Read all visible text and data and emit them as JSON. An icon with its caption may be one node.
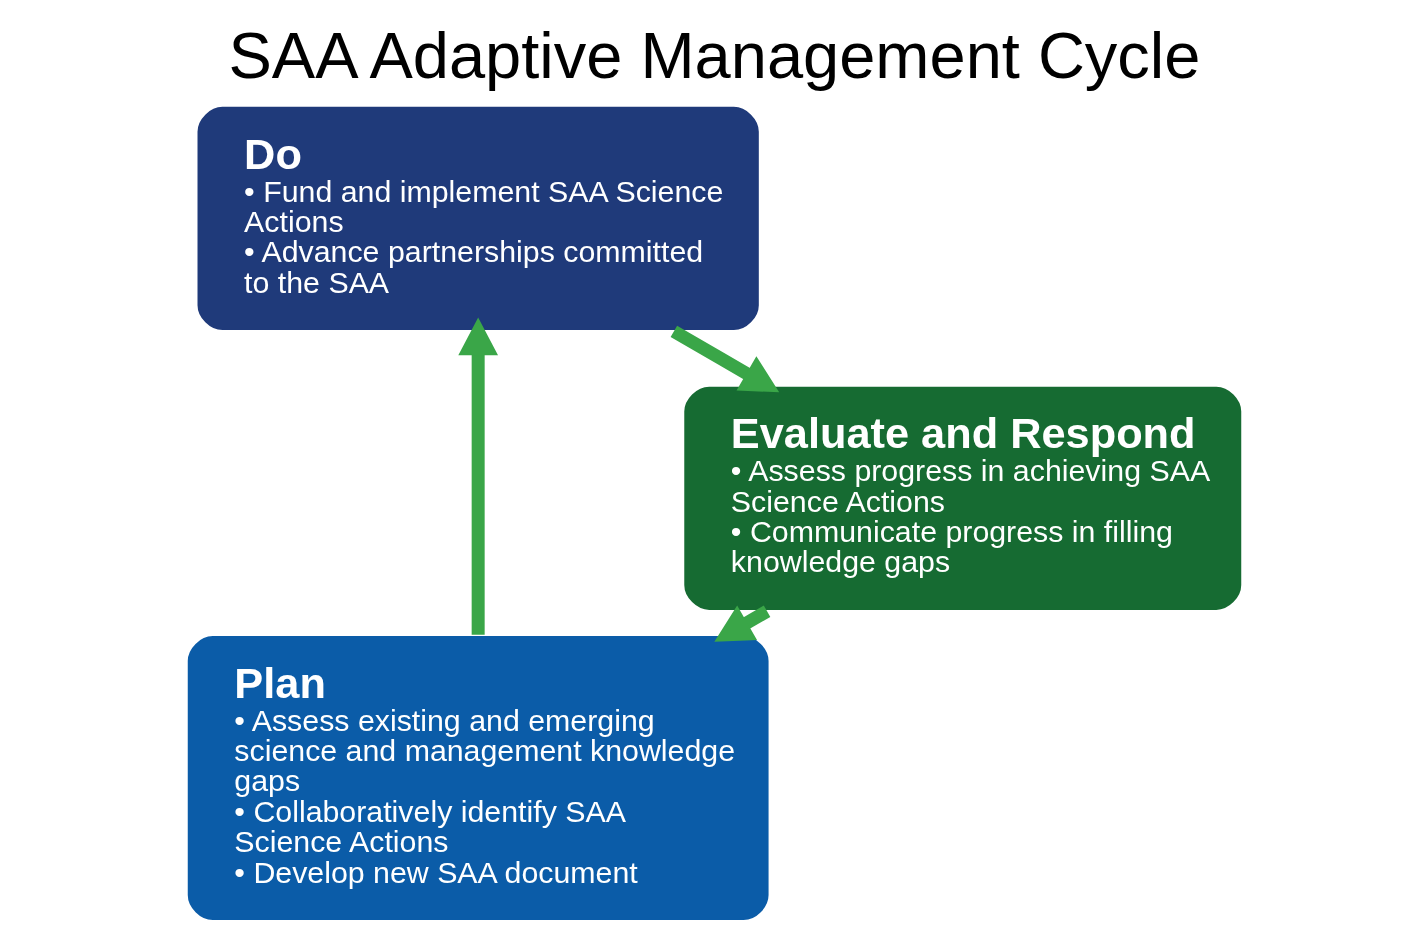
{
  "diagram": {
    "title": "SAA Adaptive Management Cycle",
    "nodes": [
      {
        "text": [
          "Plan",
          "• Assess existing and emerging science and management knowledge gaps",
          "• Collaboratively identify SAA Science Actions",
          "• Develop new SAA document"
        ]
      },
      {
        "text": [
          "Do",
          "• Fund and implement SAA Science Actions",
          "• Advance partnerships committed to the SAA"
        ]
      },
      {
        "text": [
          "Evaluate and Respond",
          "• Assess progress in achieving SAA Science Actions",
          "• Communicate progress in filling knowledge gaps"
        ]
      }
    ],
    "edges": [
      {
        "from": 0,
        "to": 1,
        "arrow": "to"
      },
      {
        "from": 1,
        "to": 2,
        "arrow": "to"
      },
      {
        "from": 2,
        "to": 0,
        "arrow": "to"
      }
    ]
  }
}
